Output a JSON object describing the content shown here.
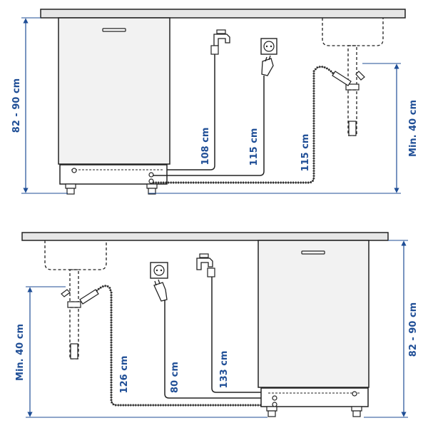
{
  "colors": {
    "line": "#222222",
    "accent": "#1f4e96",
    "panel": "#f2f2f2",
    "counter": "#e6e6e6"
  },
  "icons": [
    "water-tap-icon",
    "power-socket-icon",
    "power-plug-icon",
    "drain-trap-icon"
  ],
  "top_layout": {
    "water_hose_length": "108 cm",
    "power_cord_length": "115 cm",
    "drain_hose_length": "115 cm",
    "cabinet_height": "82 - 90 cm",
    "drain_min_height": "Min. 40 cm"
  },
  "bottom_layout": {
    "drain_hose_length": "126 cm",
    "power_cord_length": "80 cm",
    "water_hose_length": "133 cm",
    "cabinet_height": "82 - 90 cm",
    "drain_min_height": "Min. 40 cm"
  }
}
